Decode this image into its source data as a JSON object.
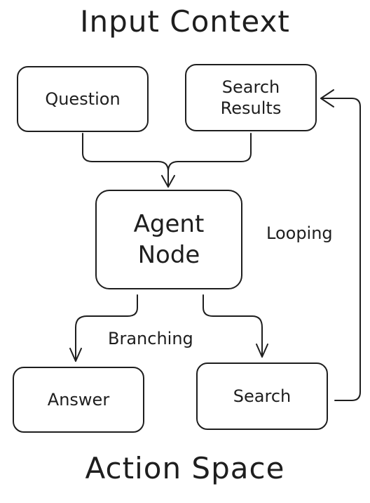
{
  "titles": {
    "top": "Input Context",
    "bottom": "Action Space"
  },
  "nodes": {
    "question": "Question",
    "search_results": "Search\nResults",
    "agent_node": "Agent\nNode",
    "answer": "Answer",
    "search": "Search"
  },
  "edge_labels": {
    "looping": "Looping",
    "branching": "Branching"
  },
  "colors": {
    "stroke": "#1e1e1e",
    "background": "#ffffff"
  }
}
